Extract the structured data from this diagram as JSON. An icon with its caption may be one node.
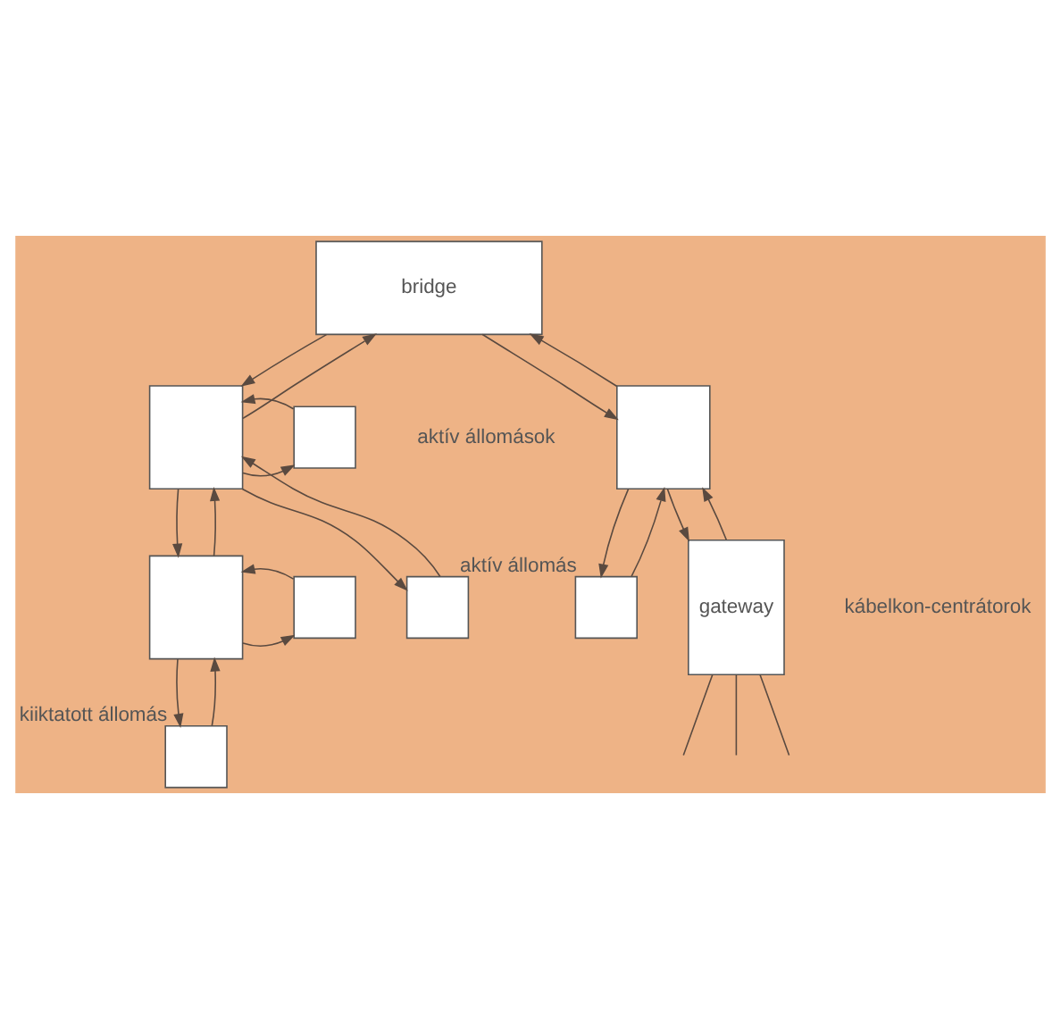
{
  "diagram": {
    "nodes": [
      {
        "text": [
          "bridge"
        ]
      },
      {
        "text": [],
        "shape": "box"
      },
      {
        "text": [],
        "shape": "box"
      },
      {
        "text": [],
        "shape": "box"
      },
      {
        "text": [],
        "shape": "box"
      },
      {
        "text": [],
        "shape": "box"
      },
      {
        "text": [],
        "shape": "box",
        "beside": [
          "kiiktatott állomás"
        ]
      },
      {
        "text": [],
        "shape": "box"
      },
      {
        "text": [],
        "shape": "box",
        "beside": [
          "aktív állomás"
        ]
      },
      {
        "text": [
          "gateway"
        ]
      }
    ],
    "edges": [
      {
        "from": 0,
        "to": 3,
        "arrow": "to"
      },
      {
        "from": 3,
        "to": 0,
        "arrow": "to"
      },
      {
        "from": 3,
        "to": 1,
        "arrow": "to"
      },
      {
        "from": 1,
        "to": 3,
        "arrow": "to"
      },
      {
        "from": 3,
        "to": 2,
        "arrow": "to"
      },
      {
        "from": 2,
        "to": 3,
        "arrow": "to"
      },
      {
        "from": 3,
        "to": 4,
        "arrow": "to"
      },
      {
        "from": 4,
        "to": 3,
        "arrow": "to"
      },
      {
        "from": 4,
        "to": 5,
        "arrow": "to"
      },
      {
        "from": 5,
        "to": 4,
        "arrow": "to"
      },
      {
        "from": 4,
        "to": 6,
        "arrow": "to"
      },
      {
        "from": 6,
        "to": 4,
        "arrow": "to"
      },
      {
        "from": 0,
        "to": 7,
        "arrow": "to"
      },
      {
        "from": 7,
        "to": 0,
        "arrow": "to"
      },
      {
        "from": 7,
        "to": 8,
        "arrow": "to"
      },
      {
        "from": 8,
        "to": 7,
        "arrow": "to"
      },
      {
        "from": 7,
        "to": 9,
        "arrow": "to"
      },
      {
        "from": 9,
        "to": 7,
        "arrow": "to"
      },
      {
        "from": 9,
        "to": null,
        "arrow": "none"
      },
      {
        "from": 9,
        "to": null,
        "arrow": "none"
      },
      {
        "from": 9,
        "to": null,
        "arrow": "none"
      }
    ],
    "labels": [
      "aktív állomások",
      "kábelkon-centrátorok"
    ]
  }
}
